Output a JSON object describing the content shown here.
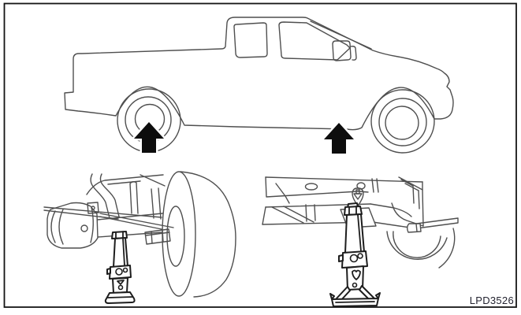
{
  "figure": {
    "code": "LPD3526"
  },
  "icons": {
    "rear_jack_point_arrow": "up-arrow ⬆",
    "front_jack_point_arrow": "up-arrow ⬆",
    "jack_point_marker": "down-pin"
  },
  "colors": {
    "background": "#ffffff",
    "line": "#4f4f4f",
    "bold_line": "#1d1d1d",
    "arrow": "#0d0d0d",
    "border": "#141414",
    "code_text": "#232330"
  }
}
